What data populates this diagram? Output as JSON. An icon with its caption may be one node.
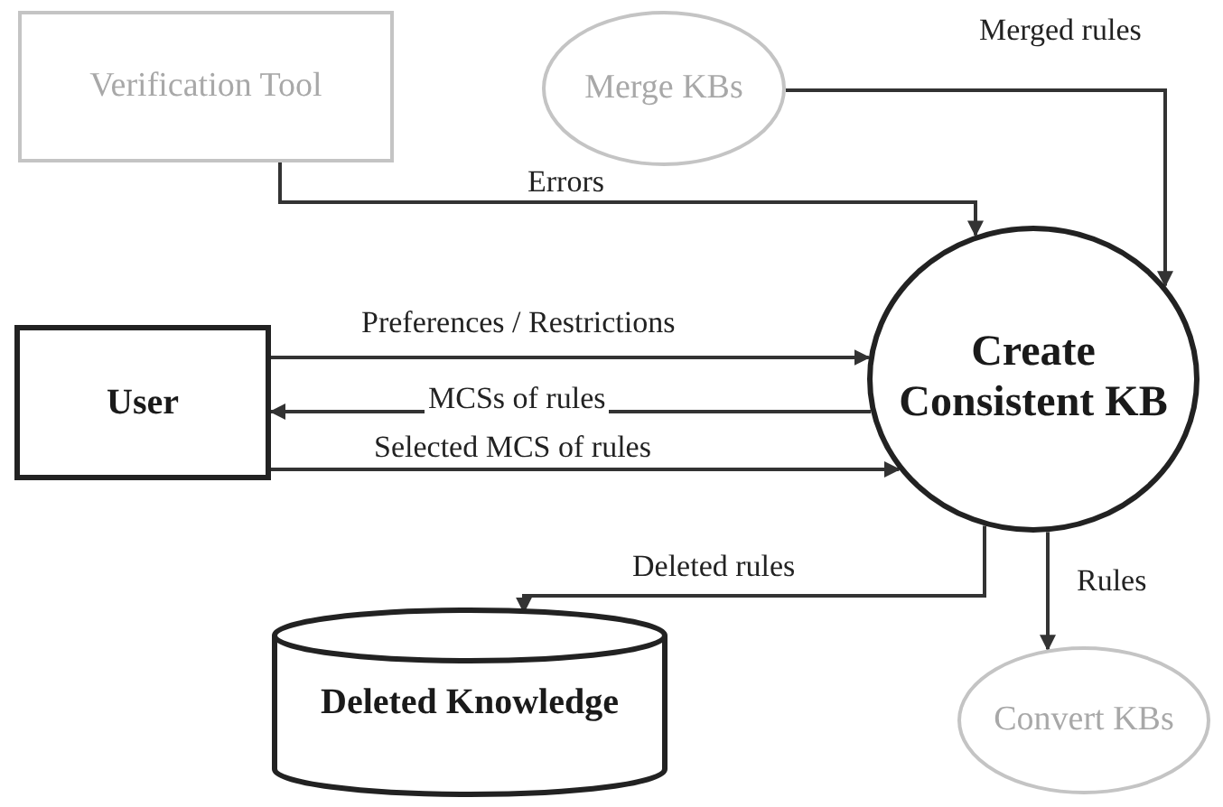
{
  "diagram": {
    "nodes": [
      {
        "text": [
          "Verification Tool"
        ]
      },
      {
        "text": [
          "Merge KBs"
        ]
      },
      {
        "text": [
          "Create Consistent KB"
        ]
      },
      {
        "text": [
          "User"
        ]
      },
      {
        "text": [
          "Deleted Knowledge"
        ]
      },
      {
        "text": [
          "Convert KBs"
        ]
      }
    ],
    "edges": [
      {
        "from": 0,
        "to": 2,
        "arrow": "to",
        "label": "Errors"
      },
      {
        "from": 1,
        "to": 2,
        "arrow": "to",
        "label": "Merged rules"
      },
      {
        "from": 3,
        "to": 2,
        "arrow": "to",
        "label": "Preferences / Restrictions"
      },
      {
        "from": 2,
        "to": 3,
        "arrow": "to",
        "label": "MCSs of rules"
      },
      {
        "from": 3,
        "to": 2,
        "arrow": "to",
        "label": "Selected MCS of rules"
      },
      {
        "from": 2,
        "to": 4,
        "arrow": "to",
        "label": "Deleted rules"
      },
      {
        "from": 2,
        "to": 5,
        "arrow": "to",
        "label": "Rules"
      }
    ]
  }
}
